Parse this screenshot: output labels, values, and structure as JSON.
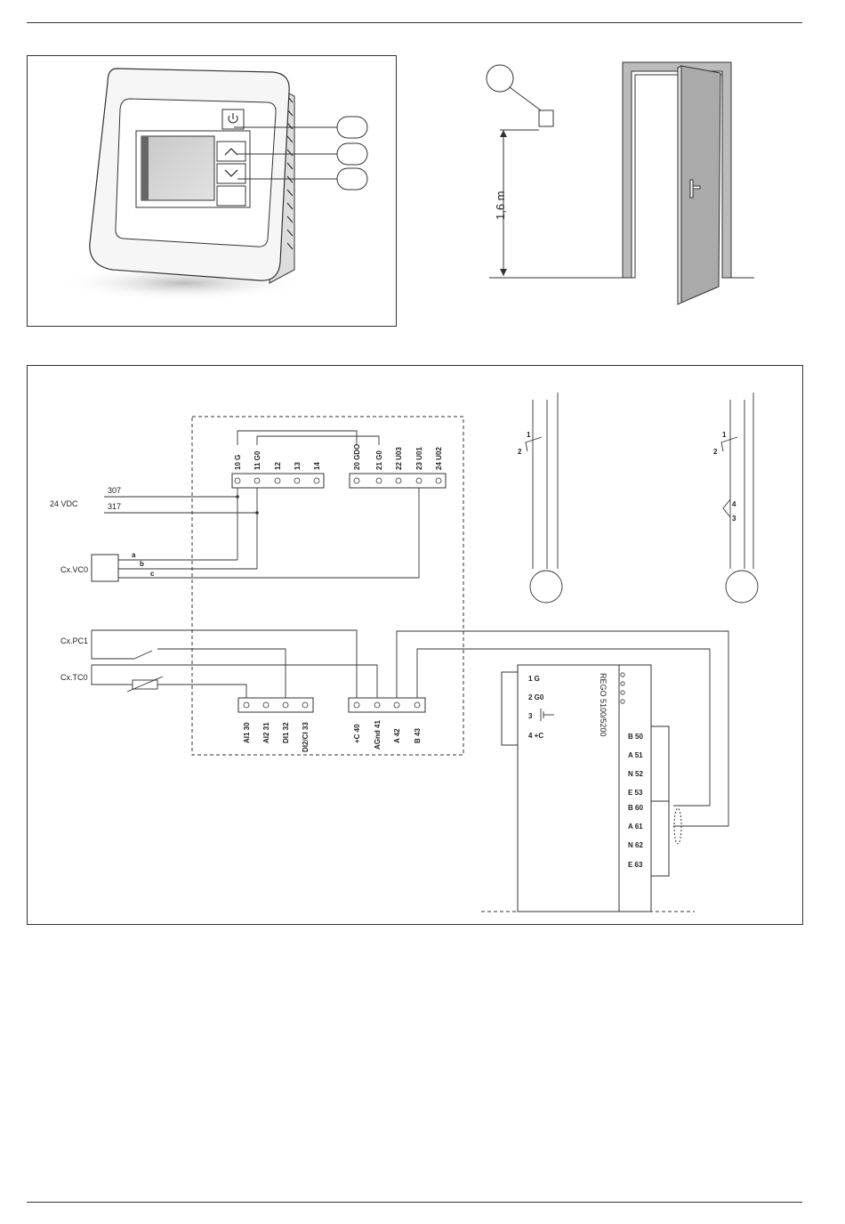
{
  "mounting": {
    "height_label": "1,6 m"
  },
  "wiring": {
    "supply": {
      "label": "24 VDC",
      "wires": [
        "307",
        "317"
      ]
    },
    "vc0": {
      "label": "Cx.VC0",
      "wires": [
        "a",
        "b",
        "c"
      ]
    },
    "pc1": {
      "label": "Cx.PC1"
    },
    "tc0": {
      "label": "Cx.TC0"
    },
    "top_left_terminals": [
      "10 G",
      "11 G0",
      "12",
      "13",
      "14"
    ],
    "top_right_terminals": [
      "20 GDO",
      "21 G0",
      "22 U03",
      "23 U01",
      "24 U02"
    ],
    "bottom_left_terminals": [
      "AI1 30",
      "AI2 31",
      "DI1 32",
      "DI2/CI 33"
    ],
    "bottom_right_terminals": [
      "+C 40",
      "AGnd 41",
      "A 42",
      "B 43"
    ],
    "rego": {
      "title": "REGO 5100/5200",
      "left_terminals": [
        "1 G",
        "2 G0",
        "3",
        "4 +C"
      ],
      "right_terminals": [
        "B 50",
        "A 51",
        "N 52",
        "E 53",
        "B 60",
        "A 61",
        "N 62",
        "E 63"
      ]
    },
    "valve_left_labels": [
      "1",
      "2"
    ],
    "valve_right_labels": [
      "1",
      "2",
      "4",
      "3"
    ]
  },
  "icons": [
    "power-icon",
    "chevron-up-icon",
    "chevron-down-icon",
    "door-icon",
    "valve-actuator-icon"
  ]
}
